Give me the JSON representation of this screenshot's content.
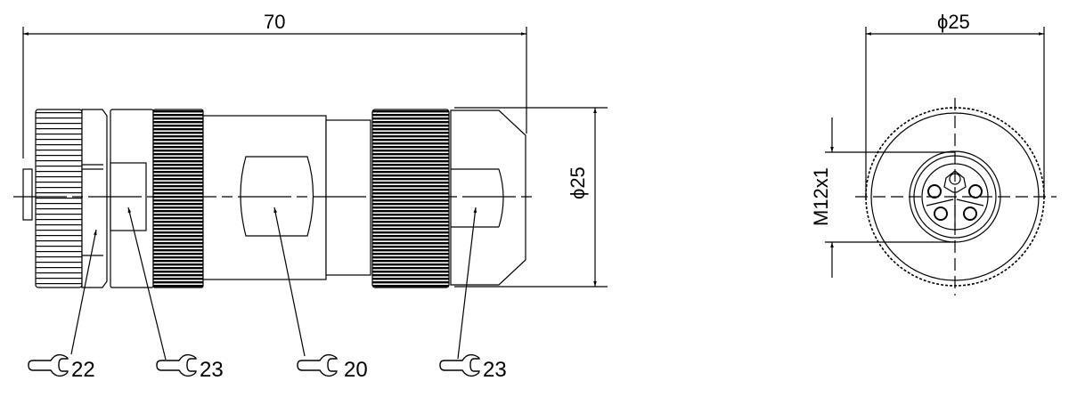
{
  "drawing": {
    "side_view": {
      "overall_length": "70",
      "diameter": "ϕ25"
    },
    "front_view": {
      "diameter": "ϕ25",
      "thread": "M12x1"
    },
    "wrench_sizes": [
      {
        "icon": "wrench-icon",
        "size": "22"
      },
      {
        "icon": "wrench-icon",
        "size": "23"
      },
      {
        "icon": "wrench-icon",
        "size": "20"
      },
      {
        "icon": "wrench-icon",
        "size": "23"
      }
    ],
    "colors": {
      "line": "#000000",
      "background": "#ffffff"
    }
  }
}
